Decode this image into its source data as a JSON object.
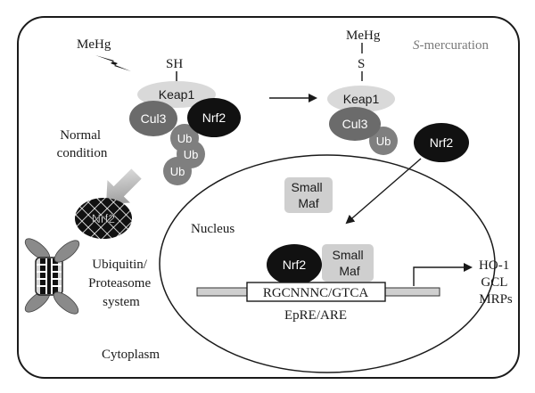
{
  "labels": {
    "mehg_left": "MeHg",
    "sh": "SH",
    "keap1_left": "Keap1",
    "cul3_left": "Cul3",
    "nrf2_left": "Nrf2",
    "ub1": "Ub",
    "ub2": "Ub",
    "ub3": "Ub",
    "normal_line1": "Normal",
    "normal_line2": "condition",
    "nrf2_degraded": "Nrf2",
    "ubiq_line1": "Ubiquitin/",
    "ubiq_line2": "Proteasome",
    "ubiq_line3": "system",
    "cytoplasm": "Cytoplasm",
    "mehg_right": "MeHg",
    "s_bond": "S",
    "keap1_right": "Keap1",
    "cul3_right": "Cul3",
    "ub_right": "Ub",
    "s_mercuration_italic": "S",
    "s_mercuration_rest": "-mercuration",
    "nrf2_free": "Nrf2",
    "small_maf_line1": "Small",
    "small_maf_line2": "Maf",
    "nucleus": "Nucleus",
    "nrf2_nuclear": "Nrf2",
    "small_maf_bound_line1": "Small",
    "small_maf_bound_line2": "Maf",
    "element_sequence": "RGCNNNC/GTCA",
    "element_name": "EpRE/ARE",
    "gene_ho1": "HO-1",
    "gene_gcl": "GCL",
    "gene_mrps": "MRPs"
  },
  "colors": {
    "background": "#ffffff",
    "outline": "#1a1a1a",
    "keap1": "#d9d9d9",
    "cul3": "#6b6b6b",
    "nrf2": "#111111",
    "ub": "#7f7f7f",
    "small_maf": "#cfcfcf",
    "dna_bar": "#cfcfcf",
    "grey_arrow": "#c8c8c8",
    "muted_text": "#7a7a7a"
  }
}
